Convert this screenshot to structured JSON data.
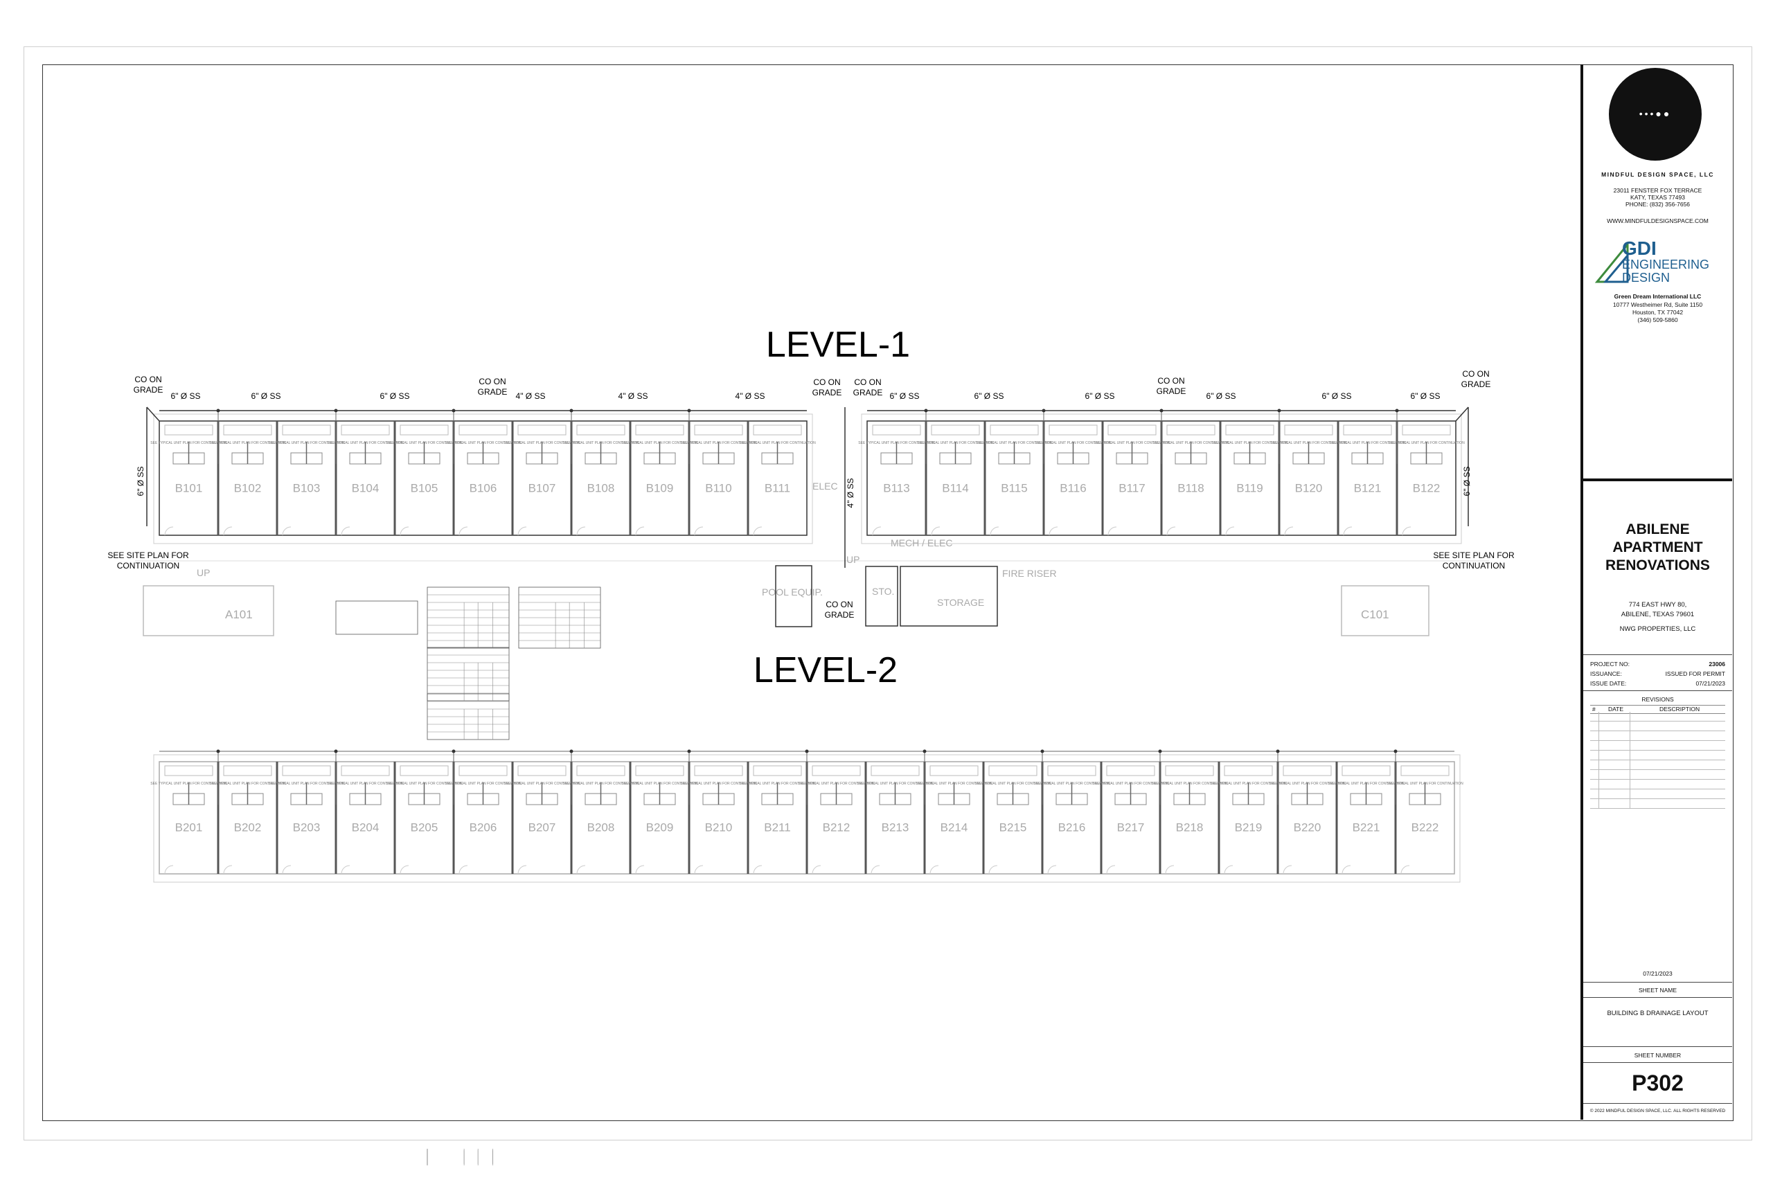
{
  "levels": {
    "level1_title": "LEVEL-1",
    "level2_title": "LEVEL-2"
  },
  "level1_units_left": [
    "B101",
    "B102",
    "B103",
    "B104",
    "B105",
    "B106",
    "B107",
    "B108",
    "B109",
    "B110",
    "B111"
  ],
  "level1_units_right": [
    "B113",
    "B114",
    "B115",
    "B116",
    "B117",
    "B118",
    "B119",
    "B120",
    "B121",
    "B122"
  ],
  "level2_units": [
    "B201",
    "B202",
    "B203",
    "B204",
    "B205",
    "B206",
    "B207",
    "B208",
    "B209",
    "B210",
    "B211",
    "B212",
    "B213",
    "B214",
    "B215",
    "B216",
    "B217",
    "B218",
    "B219",
    "B220",
    "B221",
    "B222"
  ],
  "annotations": {
    "co_on": "CO ON",
    "grade": "GRADE",
    "pipe_6": "6\" Ø SS",
    "pipe_4": "4\" Ø SS",
    "see_site_plan_1": "SEE SITE PLAN FOR",
    "see_site_plan_2": "CONTINUATION",
    "elec": "ELEC",
    "mech_elec": "MECH / ELEC",
    "fire_riser": "FIRE RISER",
    "pool_equip": "POOL EQUIP.",
    "sto": "STO.",
    "storage": "STORAGE",
    "up": "UP",
    "a101": "A101",
    "c101": "C101",
    "see_typical": "SEE TYPICAL UNIT PLAN FOR CONTINUATION"
  },
  "title_block": {
    "firm_name": "MINDFUL DESIGN SPACE, LLC",
    "firm_address_1": "23011 FENSTER FOX TERRACE",
    "firm_address_2": "KATY, TEXAS 77493",
    "firm_phone": "PHONE: (832) 356-7656",
    "firm_web": "WWW.MINDFULDESIGNSPACE.COM",
    "logo_dots": "•••●●",
    "engineer_logo_1": "GDI",
    "engineer_logo_2": "ENGINEERING",
    "engineer_logo_3": "DESIGN",
    "engineer_name": "Green Dream International LLC",
    "engineer_address_1": "10777 Westheimer Rd, Suite 1150",
    "engineer_address_2": "Houston, TX 77042",
    "engineer_phone": "(346) 509-5860",
    "project_name_1": "ABILENE",
    "project_name_2": "APARTMENT",
    "project_name_3": "RENOVATIONS",
    "project_address_1": "774 EAST HWY 80,",
    "project_address_2": "ABILENE, TEXAS 79601",
    "client": "NWG PROPERTIES, LLC",
    "project_no_label": "PROJECT NO:",
    "project_no": "23006",
    "issuance_label": "ISSUANCE:",
    "issuance": "ISSUED FOR PERMIT",
    "issue_date_label": "ISSUE DATE:",
    "issue_date": "07/21/2023",
    "revisions_label": "REVISIONS",
    "rev_num_col": "#",
    "rev_date_col": "DATE",
    "rev_desc_col": "DESCRIPTION",
    "stamp_date": "07/21/2023",
    "sheet_name_label": "SHEET NAME",
    "sheet_name": "BUILDING B DRAINAGE LAYOUT",
    "sheet_number_label": "SHEET NUMBER",
    "sheet_number": "P302",
    "copyright": "© 2022 MINDFUL DESIGN SPACE, LLC. ALL RIGHTS RESERVED"
  },
  "colors": {
    "line": "#222222",
    "faint": "#bbbbbb",
    "gdi_green": "#3d8b3d",
    "gdi_blue": "#1f5f8f"
  }
}
